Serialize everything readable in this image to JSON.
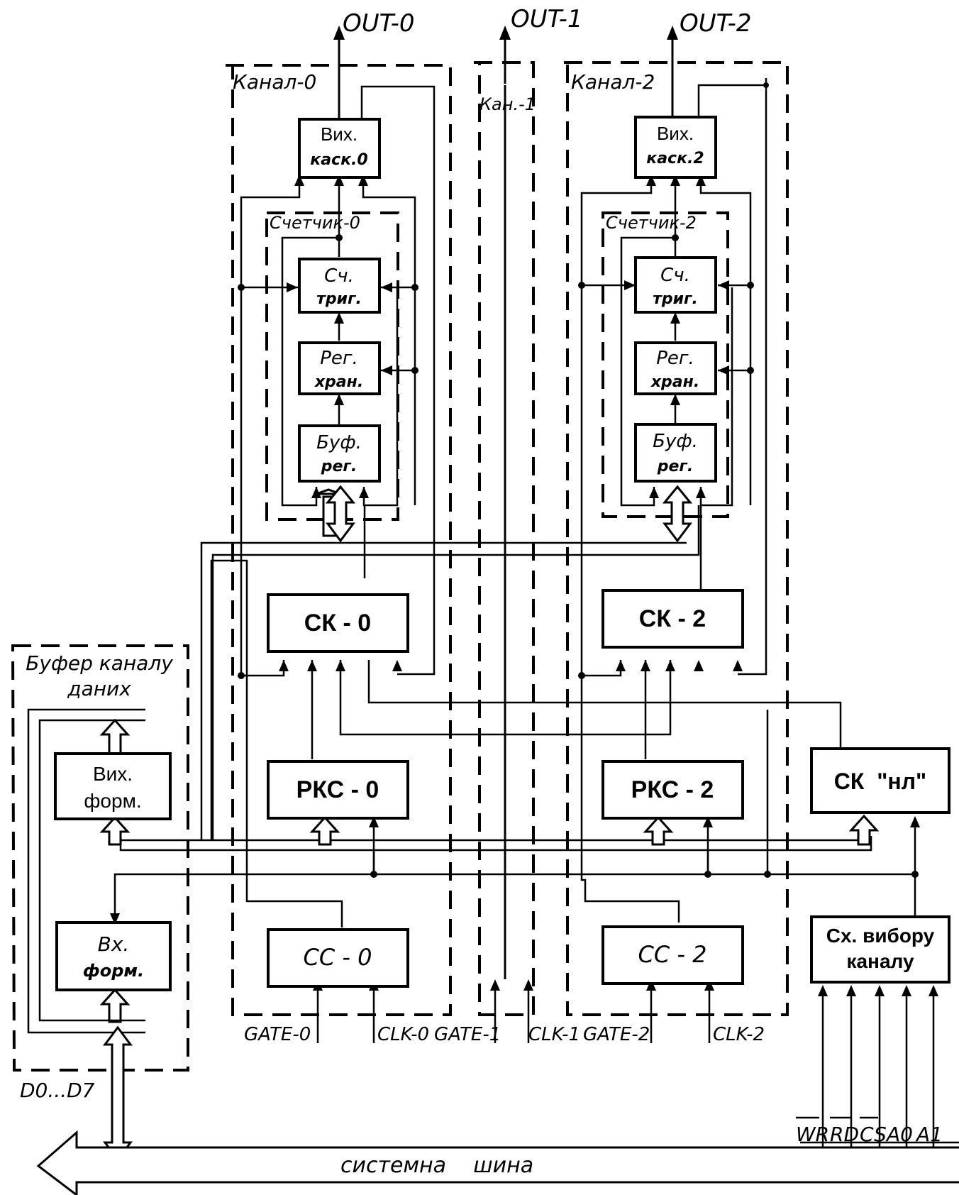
{
  "outputs": {
    "out0": "OUT-0",
    "out1": "OUT-1",
    "out2": "OUT-2"
  },
  "channels": {
    "ch0": "Канал-0",
    "ch1": "Кан.-1",
    "ch2": "Канал-2"
  },
  "counters": {
    "c0": "Счетчик-0",
    "c2": "Счетчик-2"
  },
  "blocks": {
    "vyh0_l1": "Вих.",
    "vyh0_l2": "каск.0",
    "vyh2_l1": "Вих.",
    "vyh2_l2": "каск.2",
    "sch0_l1": "Сч.",
    "sch0_l2": "триг.",
    "sch2_l1": "Сч.",
    "sch2_l2": "триг.",
    "reg0_l1": "Рег.",
    "reg0_l2": "хран.",
    "reg2_l1": "Рег.",
    "reg2_l2": "хран.",
    "buf0_l1": "Буф.",
    "buf0_l2": "рег.",
    "buf2_l1": "Буф.",
    "buf2_l2": "рег.",
    "sk0": "СК - 0",
    "sk2": "СК - 2",
    "sknl": "СК  \"нл\"",
    "rks0": "РКС - 0",
    "rks2": "РКС - 2",
    "ss0": "СС - 0",
    "ss2": "СС - 2",
    "chsel_l1": "Сх. вибору",
    "chsel_l2": "каналу"
  },
  "buffer": {
    "title_l1": "Буфер каналу",
    "title_l2": "даних",
    "out_l1": "Вих.",
    "out_l2": "форм.",
    "in_l1": "Вх.",
    "in_l2": "форм.",
    "data_bus": "D0...D7"
  },
  "inputs": {
    "gate0": "GATE-0",
    "clk0": "CLK-0",
    "gate1": "GATE-1",
    "clk1": "CLK-1",
    "gate2": "GATE-2",
    "clk2": "CLK-2"
  },
  "control": {
    "wr": "WR",
    "rd": "RD",
    "cs": "CS",
    "a0": "A0",
    "a1": "A1"
  },
  "bus_label": "системна    шина"
}
